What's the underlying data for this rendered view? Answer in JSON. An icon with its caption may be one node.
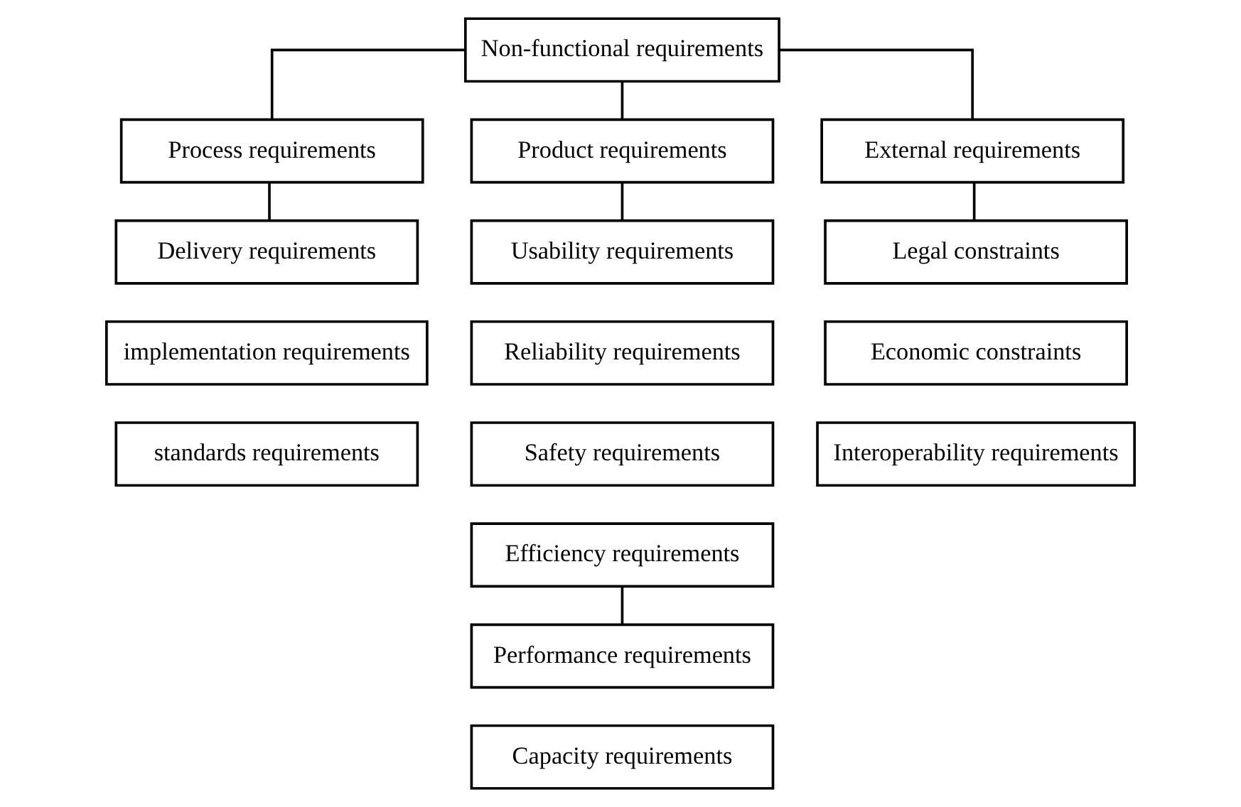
{
  "diagram": {
    "nodes": [
      {
        "text": [
          "Non-functional requirements"
        ]
      },
      {
        "text": [
          "Process requirements"
        ]
      },
      {
        "text": [
          "Product requirements"
        ]
      },
      {
        "text": [
          "External requirements"
        ]
      },
      {
        "text": [
          "Delivery requirements"
        ]
      },
      {
        "text": [
          "implementation requirements"
        ]
      },
      {
        "text": [
          "standards requirements"
        ]
      },
      {
        "text": [
          "Usability requirements"
        ]
      },
      {
        "text": [
          "Reliability requirements"
        ]
      },
      {
        "text": [
          "Safety requirements"
        ]
      },
      {
        "text": [
          "Efficiency requirements"
        ]
      },
      {
        "text": [
          "Performance requirements"
        ]
      },
      {
        "text": [
          "Capacity requirements"
        ]
      },
      {
        "text": [
          "Legal constraints"
        ]
      },
      {
        "text": [
          "Economic constraints"
        ]
      },
      {
        "text": [
          "Interoperability requirements"
        ]
      }
    ],
    "edges": [
      {
        "from": 0,
        "to": 1,
        "arrow": "none"
      },
      {
        "from": 0,
        "to": 2,
        "arrow": "none"
      },
      {
        "from": 0,
        "to": 3,
        "arrow": "none"
      },
      {
        "from": 1,
        "to": 4,
        "arrow": "none"
      },
      {
        "from": 2,
        "to": 7,
        "arrow": "none"
      },
      {
        "from": 10,
        "to": 11,
        "arrow": "none"
      },
      {
        "from": 3,
        "to": 13,
        "arrow": "none"
      }
    ]
  }
}
